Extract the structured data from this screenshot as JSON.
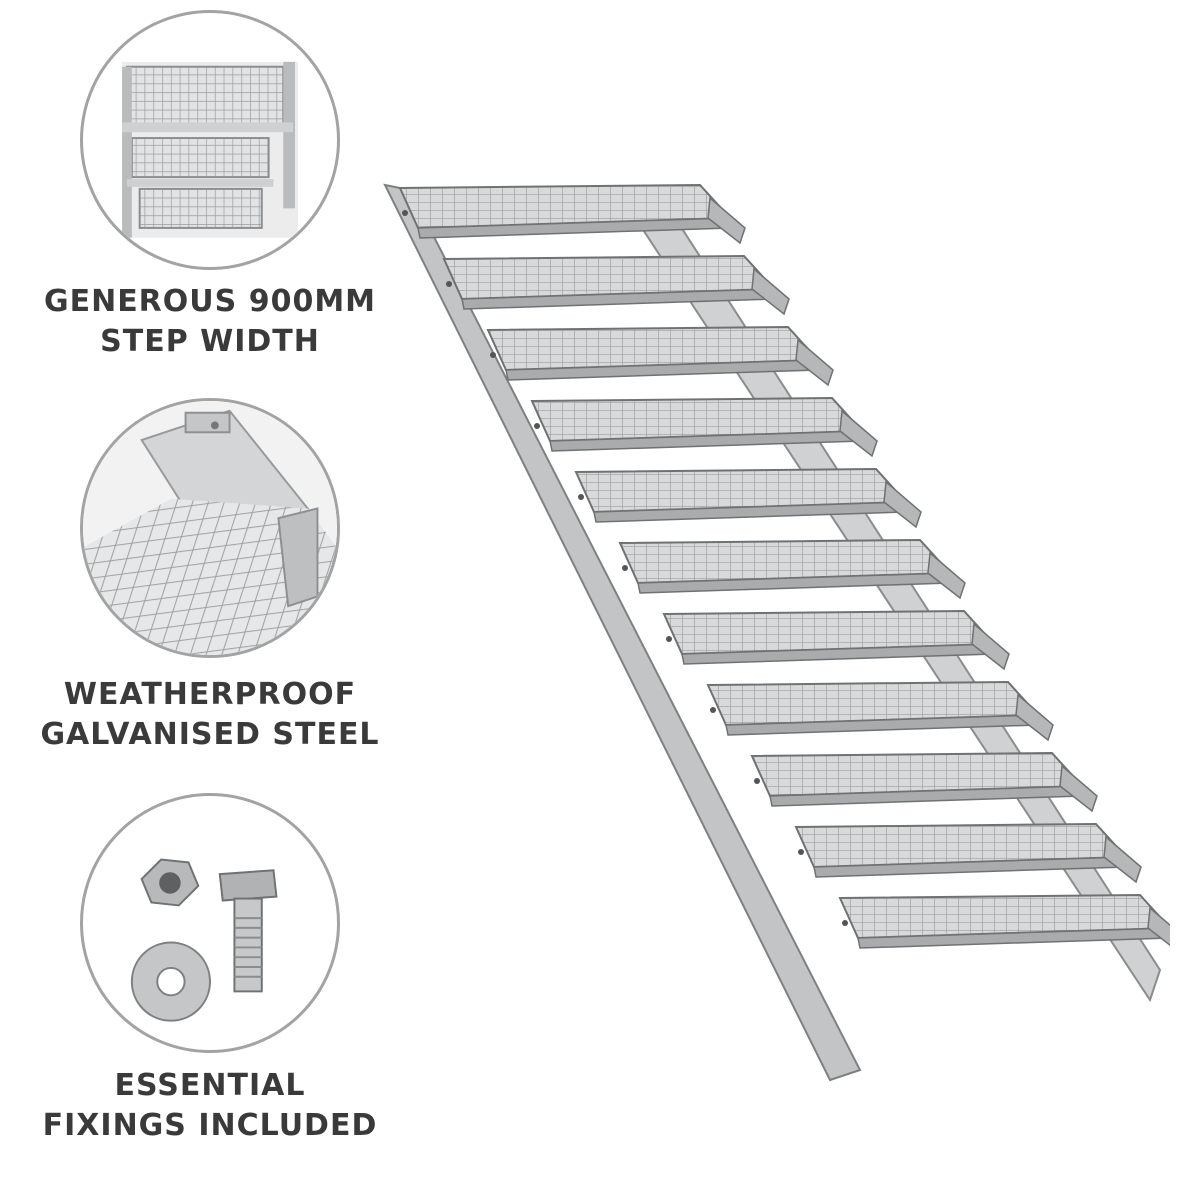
{
  "features": [
    {
      "line1": "GENEROUS 900MM",
      "line2": "STEP WIDTH",
      "image": "stair-top-view"
    },
    {
      "line1": "WEATHERPROOF",
      "line2": "GALVANISED STEEL",
      "image": "grating-closeup"
    },
    {
      "line1": "ESSENTIAL",
      "line2": "FIXINGS INCLUDED",
      "image": "bolt-nut-washer"
    }
  ],
  "product": {
    "image": "galvanised-steel-staircase",
    "steps": 11
  },
  "colors": {
    "caption": "#3a3a3a",
    "badge_border": "#a3a3a3",
    "steel": "#c9cbcd"
  }
}
